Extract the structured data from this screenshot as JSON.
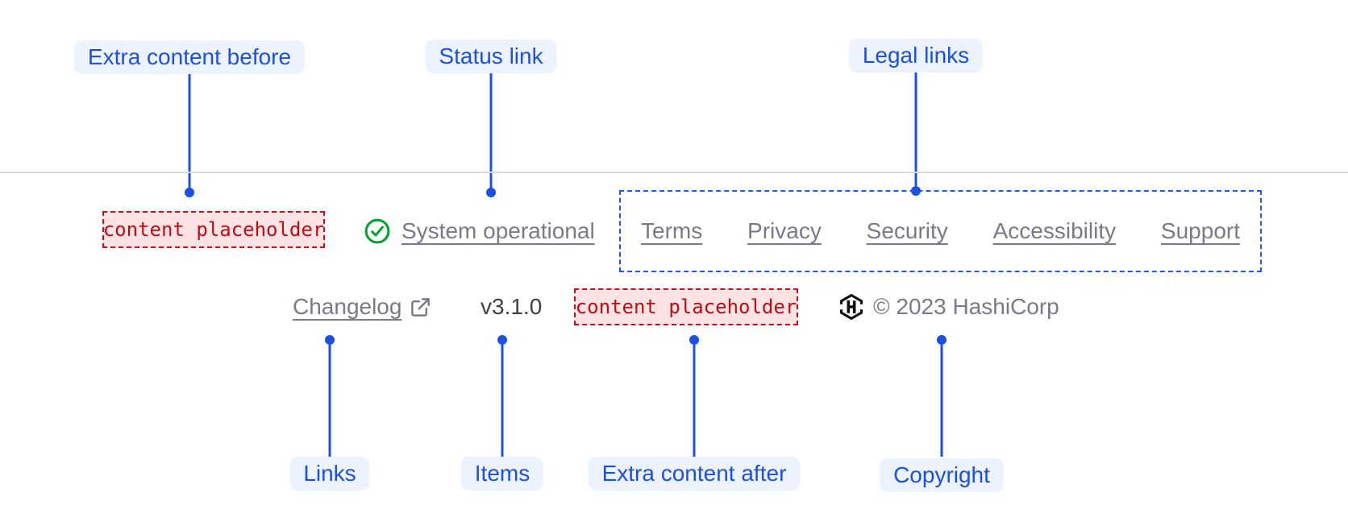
{
  "annotations": {
    "extra_content_before": "Extra content before",
    "status_link": "Status link",
    "legal_links": "Legal links",
    "links": "Links",
    "items": "Items",
    "extra_content_after": "Extra content after",
    "copyright": "Copyright"
  },
  "footer": {
    "extra_content_before_placeholder": "content placeholder",
    "status_link": {
      "icon": "check-circle-icon",
      "label": "System operational"
    },
    "legal_links": [
      "Terms",
      "Privacy",
      "Security",
      "Accessibility",
      "Support"
    ],
    "links": [
      {
        "label": "Changelog",
        "icon": "external-link-icon"
      }
    ],
    "items": [
      "v3.1.0"
    ],
    "extra_content_after_placeholder": "content placeholder",
    "logo": "hashicorp-logo",
    "copyright": "© 2023 HashiCorp"
  },
  "colors": {
    "annotation_blue": "#1b50e2",
    "annotation_chip_bg": "#edf3fe",
    "placeholder_red": "#c00d14",
    "placeholder_bg": "#fde3e3",
    "status_green": "#00a32e",
    "link_gray": "#7d7887",
    "item_gray": "#3f4046",
    "logo_black": "#0d0e12",
    "divider_gray": "#dcdbe1"
  }
}
